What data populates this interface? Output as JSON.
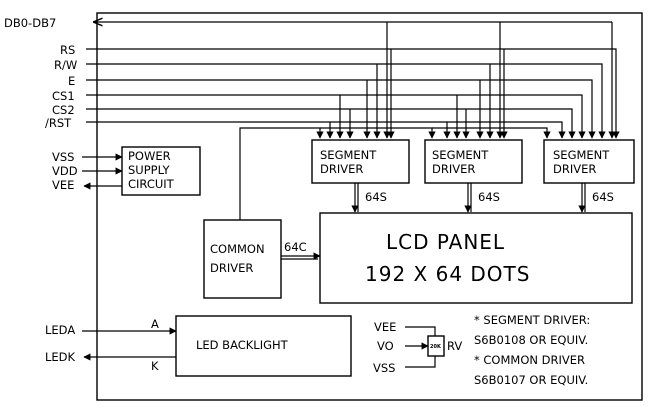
{
  "signals": {
    "bus": "DB0-DB7",
    "rs": "RS",
    "rw": "R/W",
    "e": "E",
    "cs1": "CS1",
    "cs2": "CS2",
    "rst": "/RST",
    "vss": "VSS",
    "vdd": "VDD",
    "vee": "VEE",
    "leda": "LEDA",
    "ledk": "LEDK"
  },
  "power_supply": {
    "line1": "POWER",
    "line2": "SUPPLY",
    "line3": "CIRCUIT"
  },
  "segment_drivers": [
    {
      "line1": "SEGMENT",
      "line2": "DRIVER",
      "output": "64S"
    },
    {
      "line1": "SEGMENT",
      "line2": "DRIVER",
      "output": "64S"
    },
    {
      "line1": "SEGMENT",
      "line2": "DRIVER",
      "output": "64S"
    }
  ],
  "common_driver": {
    "line1": "COMMON",
    "line2": "DRIVER",
    "output": "64C"
  },
  "lcd_panel": {
    "line1": "LCD PANEL",
    "line2": "192 X 64 DOTS"
  },
  "backlight": {
    "label": "LED BACKLIGHT",
    "anode": "A",
    "cathode": "K"
  },
  "contrast": {
    "vee": "VEE",
    "vo": "VO",
    "vss": "VSS",
    "resistor": "20K",
    "rv": "RV"
  },
  "notes": {
    "seg_title": "* SEGMENT DRIVER:",
    "seg_part": "S6B0108 OR EQUIV.",
    "com_title": "* COMMON DRIVER",
    "com_part": "S6B0107 OR EQUIV."
  }
}
